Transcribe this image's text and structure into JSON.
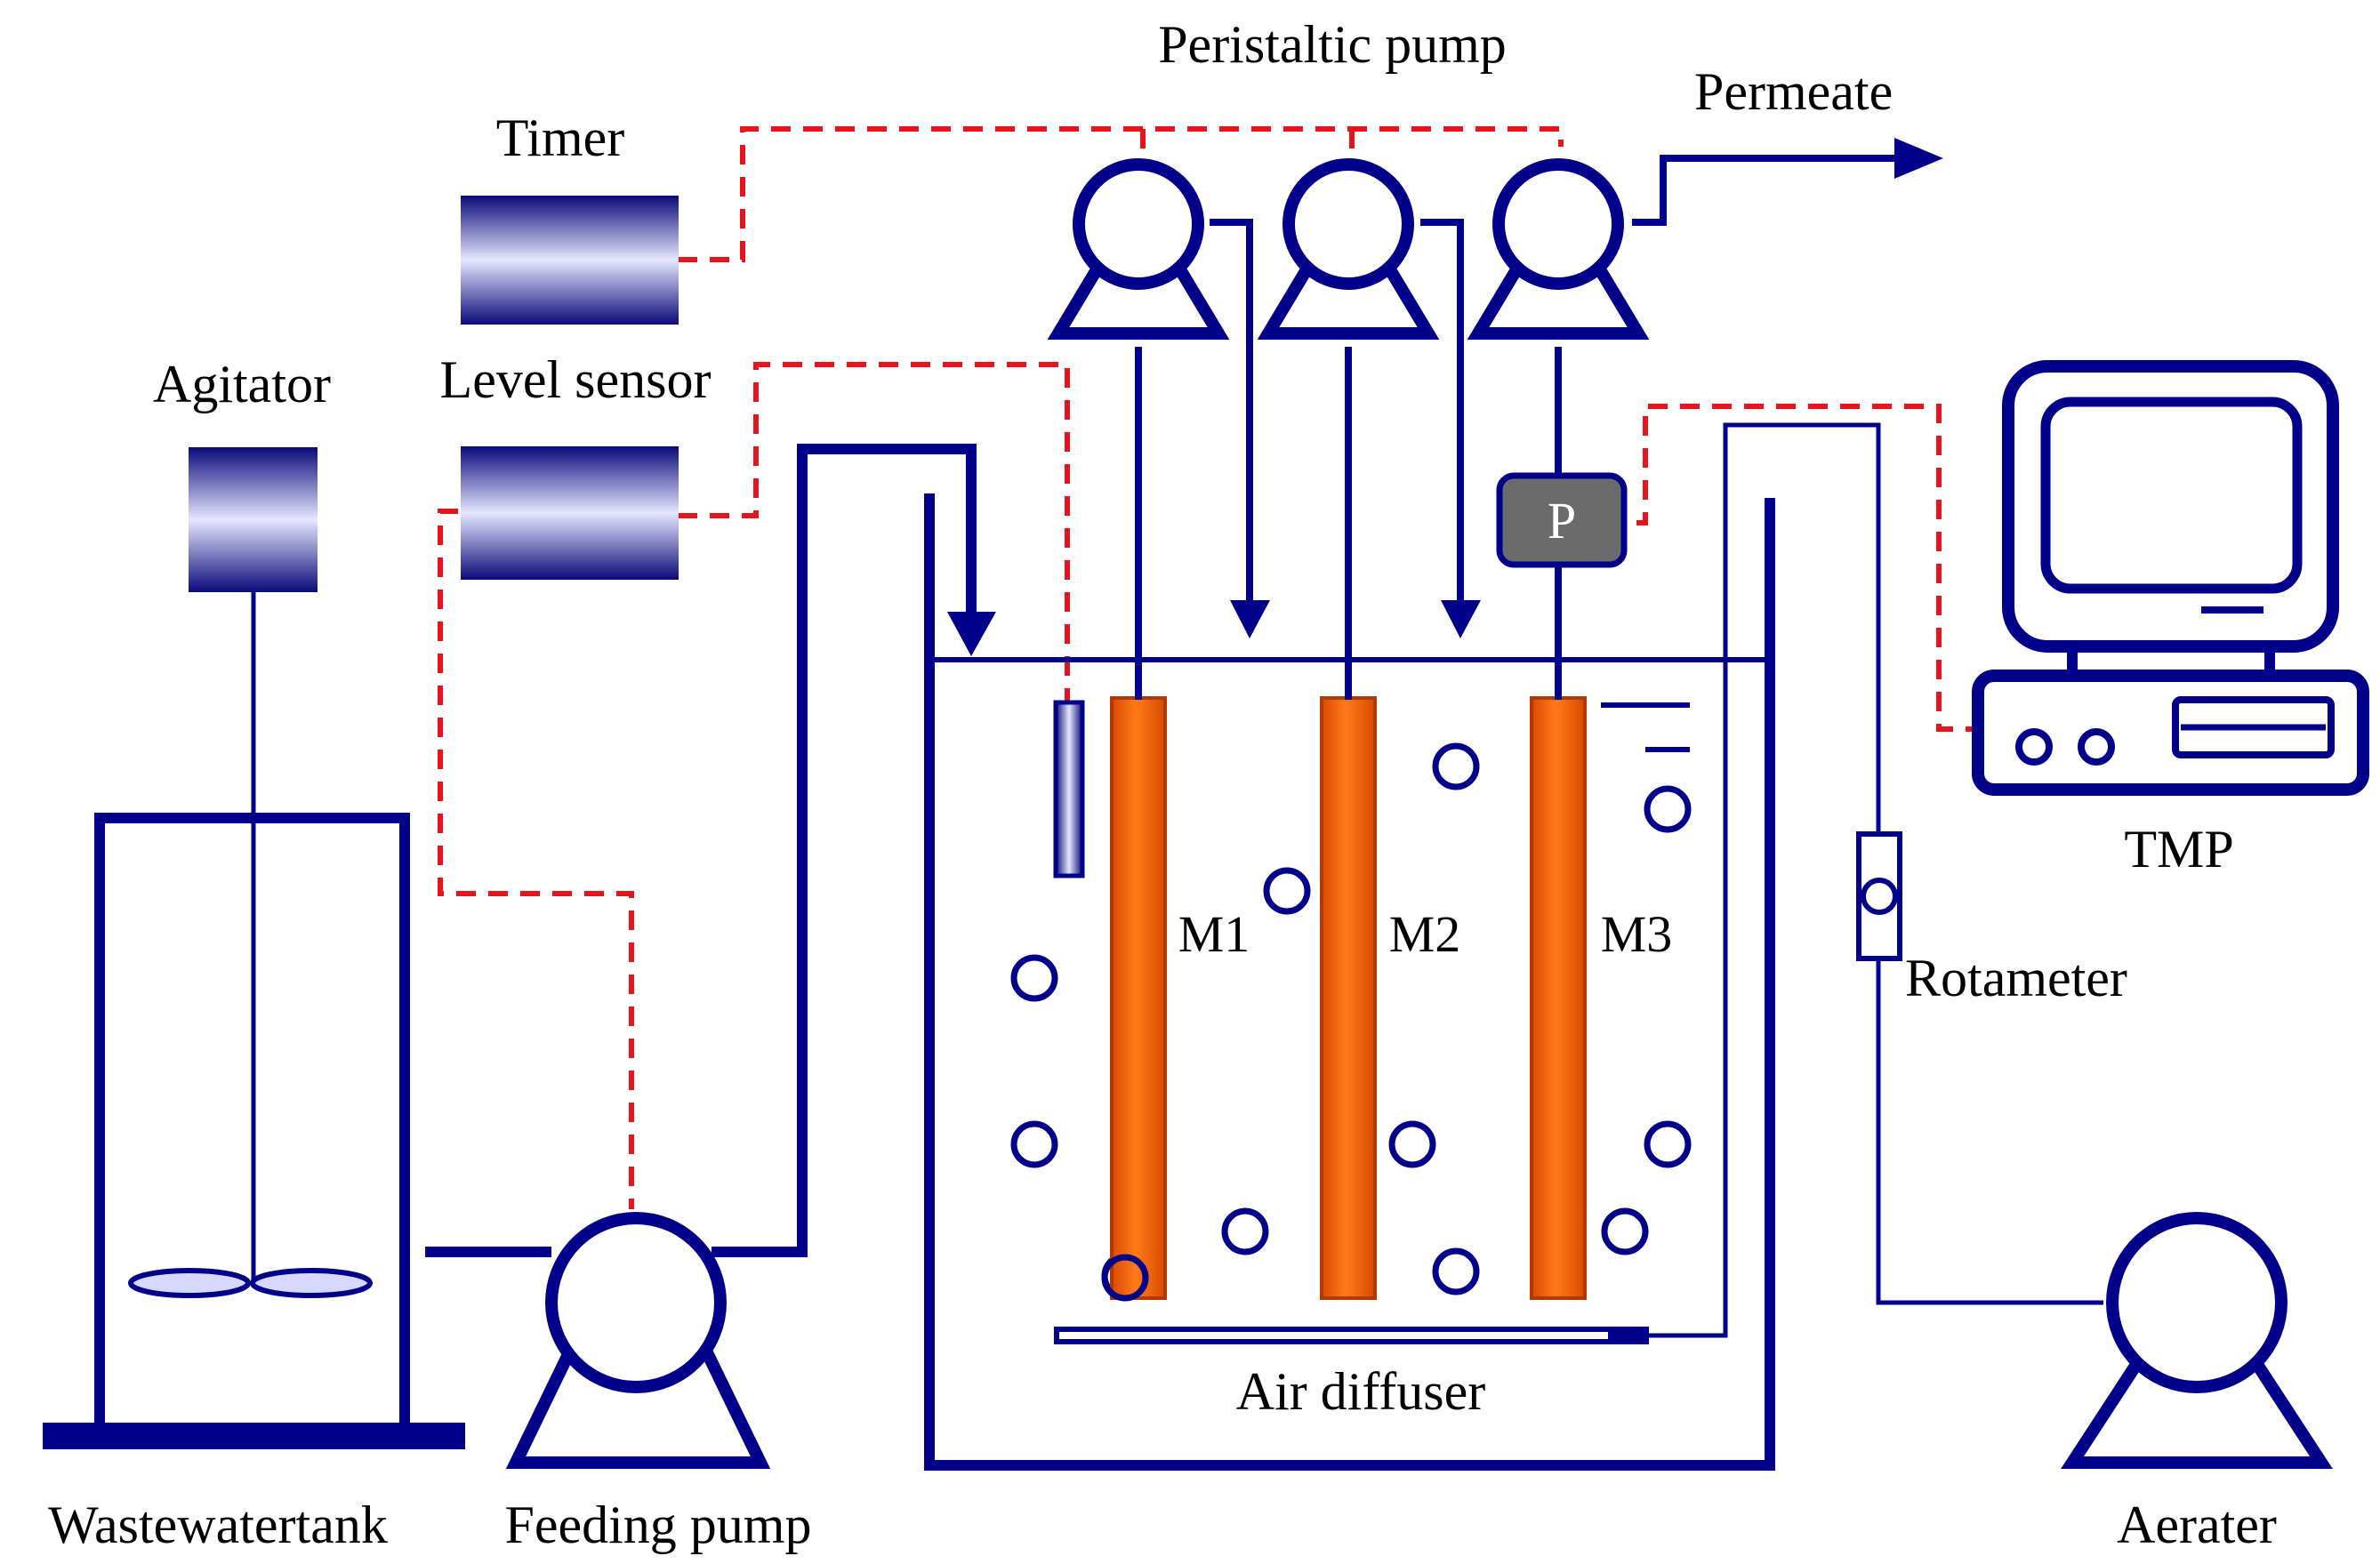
{
  "labels": {
    "peristaltic_pump": "Peristaltic pump",
    "permeate": "Permeate",
    "timer": "Timer",
    "agitator": "Agitator",
    "level_sensor": "Level sensor",
    "tmp": "TMP",
    "rotameter": "Rotameter",
    "air_diffuser": "Air diffuser",
    "wastewater_tank": "Wastewatertank",
    "feeding_pump": "Feeding pump",
    "aerater": "Aerater",
    "pressure_gauge": "P"
  },
  "membranes": [
    {
      "label": "M1"
    },
    {
      "label": "M2"
    },
    {
      "label": "M3"
    }
  ],
  "colors": {
    "line": "#00008b",
    "signal": "#e8141c",
    "membrane": "#ff6a00",
    "gauge": "#6b6b6b"
  }
}
